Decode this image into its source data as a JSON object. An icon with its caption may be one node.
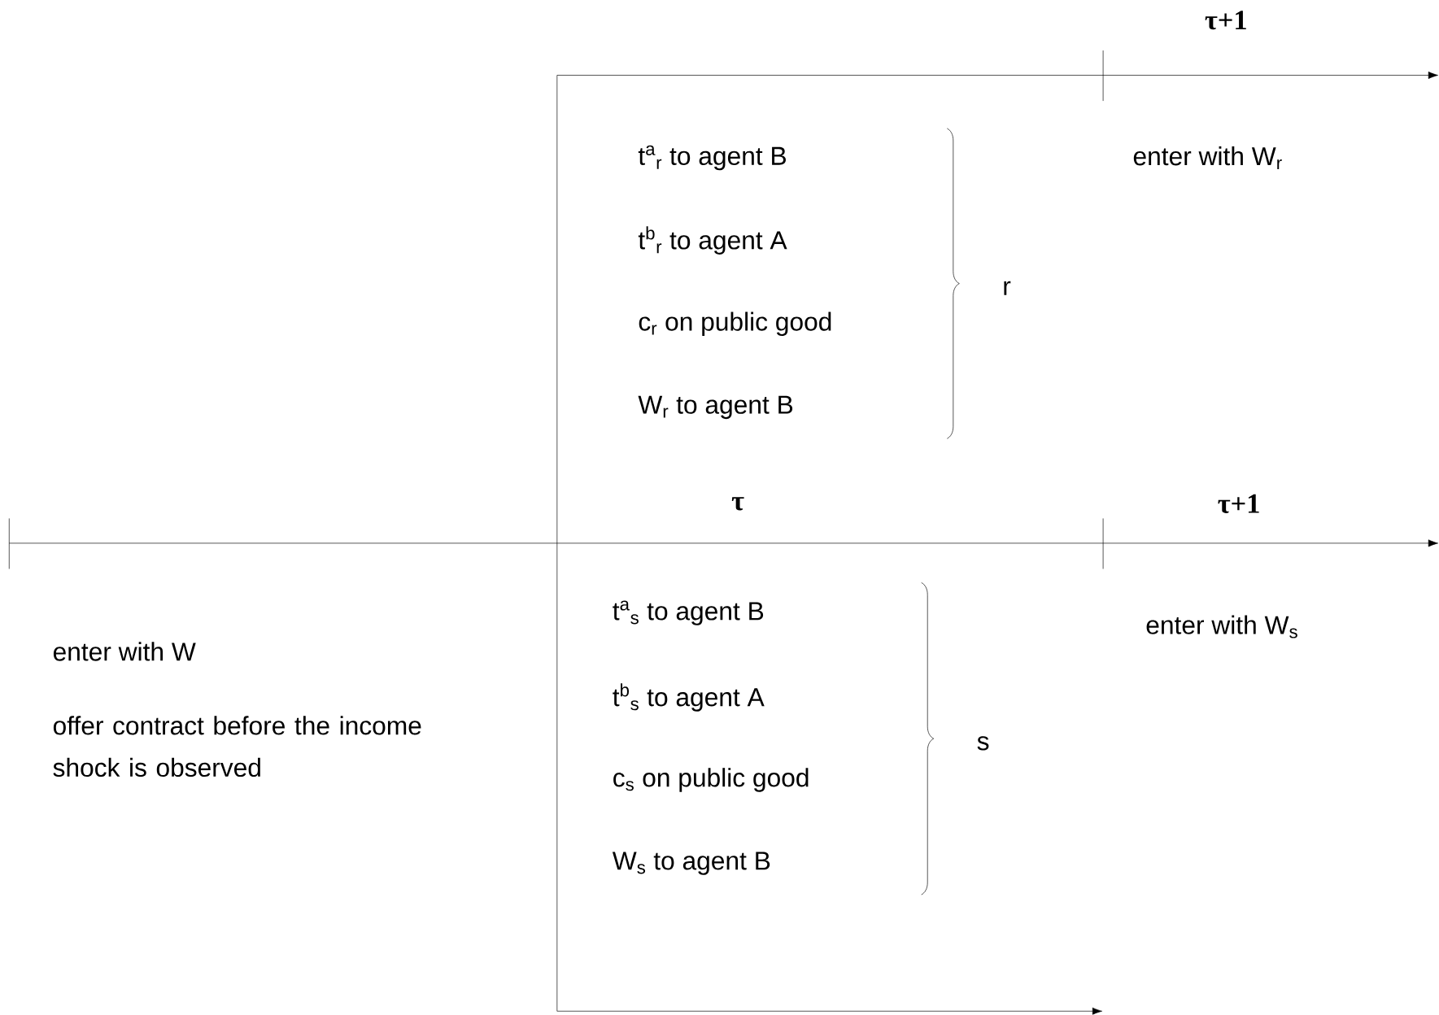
{
  "diagram": {
    "labels": [
      "τ+1",
      "t$^{a}$$_{r}$ to agent B",
      "enter with W$_{r}$",
      "t$^{b}$$_{r}$ to agent A",
      "r",
      "c$_{r}$ on public good",
      "W$_{r}$ to agent B",
      "τ",
      "τ+1",
      "t$^{a}$$_{s}$ to agent B",
      "enter with W$_{s}$",
      "enter with W",
      "t$^{b}$$_{s}$ to agent A",
      "offer contract before the income shock is observed",
      "s",
      "c$_{s}$ on public good",
      "W$_{s}$ to agent B"
    ]
  }
}
